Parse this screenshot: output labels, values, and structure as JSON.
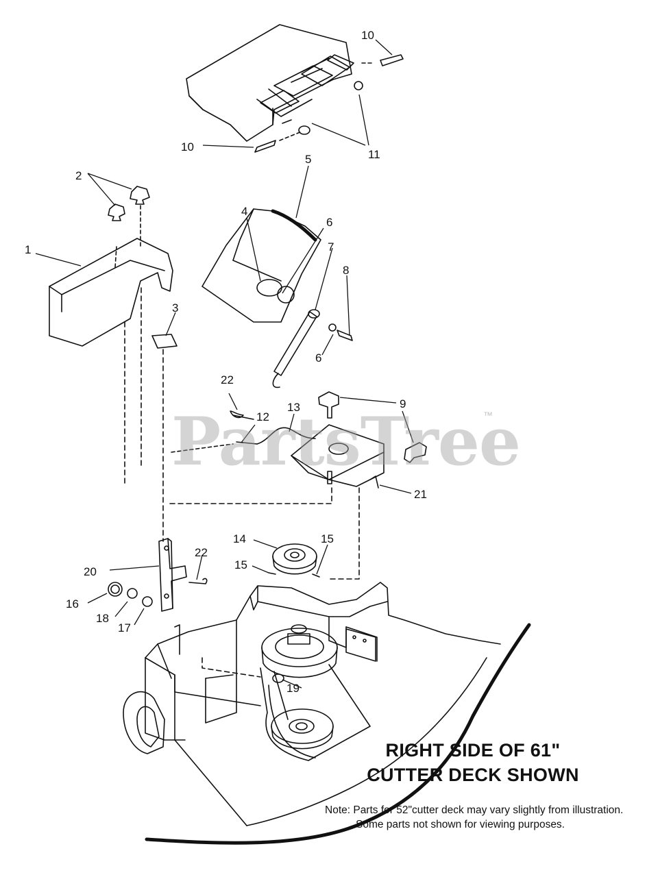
{
  "diagram": {
    "caption_line1": "RIGHT SIDE OF 61\"",
    "caption_line2": "CUTTER DECK SHOWN",
    "note_line1": "Note:  Parts for 52\"cutter deck may vary slightly from illustration.",
    "note_line2": "Some parts not shown for viewing purposes.",
    "watermark": "PartsTree",
    "watermark_tm": "™",
    "callouts": [
      "10",
      "10",
      "11",
      "5",
      "2",
      "1",
      "4",
      "6",
      "7",
      "8",
      "3",
      "6",
      "22",
      "12",
      "13",
      "9",
      "21",
      "14",
      "15",
      "15",
      "22",
      "20",
      "16",
      "18",
      "17",
      "19"
    ]
  }
}
